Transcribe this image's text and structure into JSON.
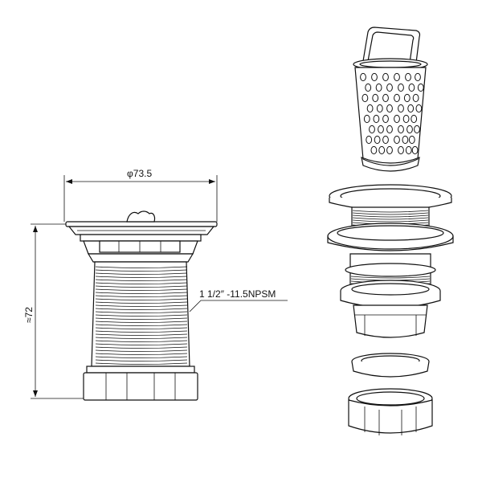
{
  "drawing": {
    "dimensions": {
      "top_diameter": "φ73.5",
      "height": "≈72",
      "thread_spec": "1 1/2″ -11.5NPSM"
    }
  }
}
